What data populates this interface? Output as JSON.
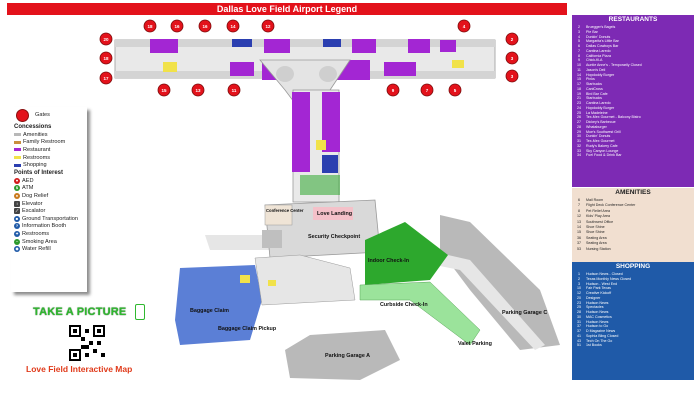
{
  "title": "Dallas Love Field Airport Legend",
  "colors": {
    "restaurant": "#a326d3",
    "shopping": "#2b3fb0",
    "restroom": "#f1e24a",
    "amenity": "#d8d8d8",
    "gate": "#e3121b",
    "baggage": "#5b7fd6",
    "checkin": "#2da82d"
  },
  "gates": [
    "2",
    "3",
    "4",
    "5",
    "6",
    "7",
    "8",
    "9",
    "10",
    "11",
    "12",
    "13",
    "14",
    "15",
    "16",
    "17",
    "18",
    "19",
    "20"
  ],
  "map_labels": {
    "love_landing": "Love Landing",
    "security_checkpoint": "Security Checkpoint",
    "conference_center": "Conference Center",
    "indoor_checkin": "Indoor Check-In",
    "curbside_checkin": "Curbside Check-In",
    "baggage_claim": "Baggage Claim",
    "baggage_claim_pickup": "Baggage Claim Pickup",
    "valet_parking": "Valet Parking",
    "parking_garage_a": "Parking Garage A",
    "parking_garage_c": "Parking Garage C"
  },
  "legend": {
    "gates": "Gates",
    "concessions_header": "Concessions",
    "concessions": [
      {
        "label": "Amenities",
        "color": "#b8b8b8"
      },
      {
        "label": "Family Restroom",
        "color": "#c98f3e"
      },
      {
        "label": "Restaurant",
        "color": "#a326d3"
      },
      {
        "label": "Restrooms",
        "color": "#f1e24a"
      },
      {
        "label": "Shopping",
        "color": "#2b3fb0"
      }
    ],
    "poi_header": "Points of Interest",
    "poi": [
      {
        "label": "AED",
        "icon": "heart-icon",
        "color": "#d21a1a"
      },
      {
        "label": "ATM",
        "icon": "atm-icon",
        "color": "#2d9a2d"
      },
      {
        "label": "Dog Relief",
        "icon": "dog-icon",
        "color": "#c97a1e"
      },
      {
        "label": "Elevator",
        "icon": "elevator-icon",
        "color": "#444444"
      },
      {
        "label": "Escalator",
        "icon": "escalator-icon",
        "color": "#444444"
      },
      {
        "label": "Ground Transportation",
        "icon": "bus-icon",
        "color": "#1f5aa8"
      },
      {
        "label": "Information Booth",
        "icon": "info-icon",
        "color": "#1f5aa8"
      },
      {
        "label": "Restrooms",
        "icon": "restroom-icon",
        "color": "#1f5aa8"
      },
      {
        "label": "Smoking Area",
        "icon": "smoking-icon",
        "color": "#2d9a2d"
      },
      {
        "label": "Water Refill",
        "icon": "water-icon",
        "color": "#1f5aa8"
      }
    ]
  },
  "restaurants": {
    "title": "RESTAURANTS",
    "items": [
      {
        "n": "2",
        "name": "Bruegger's Bagels"
      },
      {
        "n": "3",
        "name": "Pie Bar"
      },
      {
        "n": "4",
        "name": "Dunkin' Donuts"
      },
      {
        "n": "5",
        "name": "Margarita's Little Bar"
      },
      {
        "n": "6",
        "name": "Dallas Cowboys Bar"
      },
      {
        "n": "7",
        "name": "Cantina Laredo"
      },
      {
        "n": "8",
        "name": "California Pizza"
      },
      {
        "n": "9",
        "name": "Chick-fil-A"
      },
      {
        "n": "10",
        "name": "Auntie Anne's - Temporarily Closed"
      },
      {
        "n": "11",
        "name": "Jason's Deli"
      },
      {
        "n": "14",
        "name": "Hopdoddy Burger"
      },
      {
        "n": "15",
        "name": "Pinks"
      },
      {
        "n": "17",
        "name": "Starbucks"
      },
      {
        "n": "18",
        "name": "CaniCross"
      },
      {
        "n": "19",
        "name": "Bird Bar Cafe"
      },
      {
        "n": "21",
        "name": "Starbucks"
      },
      {
        "n": "23",
        "name": "Cantina Laredo"
      },
      {
        "n": "24",
        "name": "Hopdoddy Burger"
      },
      {
        "n": "25",
        "name": "La Madeleine"
      },
      {
        "n": "26",
        "name": "Tex-Mex Gourmet - Balcony Bistro"
      },
      {
        "n": "27",
        "name": "Dickey's Barbecue"
      },
      {
        "n": "28",
        "name": "Whataburger"
      },
      {
        "n": "29",
        "name": "Moe's Southwest Grill"
      },
      {
        "n": "30",
        "name": "Dunkin' Donuts"
      },
      {
        "n": "31",
        "name": "Tex-Mex Gourmet"
      },
      {
        "n": "32",
        "name": "Rudy's Bakery Cafe"
      },
      {
        "n": "33",
        "name": "Sky Canyon Lounge"
      },
      {
        "n": "34",
        "name": "Fuel Food & Drink Bar"
      }
    ]
  },
  "amenities": {
    "title": "AMENITIES",
    "items": [
      {
        "n": "6",
        "name": "Mail Room"
      },
      {
        "n": "7",
        "name": "Flight Deck Conference Center"
      },
      {
        "n": "8",
        "name": "Pet Relief Area"
      },
      {
        "n": "12",
        "name": "Kids' Play Area"
      },
      {
        "n": "13",
        "name": "Southwest Office"
      },
      {
        "n": "14",
        "name": "Shoe Shine"
      },
      {
        "n": "15",
        "name": "Shoe Shine"
      },
      {
        "n": "36",
        "name": "Seating Area"
      },
      {
        "n": "37",
        "name": "Seating Area"
      },
      {
        "n": "53",
        "name": "Nursing Station"
      }
    ]
  },
  "shopping": {
    "title": "SHOPPING",
    "items": [
      {
        "n": "1",
        "name": "Hudson News - Closed"
      },
      {
        "n": "2",
        "name": "Texas Monthly News Closed"
      },
      {
        "n": "3",
        "name": "Hudson - West End"
      },
      {
        "n": "10",
        "name": "Fair Park Texas"
      },
      {
        "n": "12",
        "name": "Creative Kickoff"
      },
      {
        "n": "20",
        "name": "Designer"
      },
      {
        "n": "23",
        "name": "Hudson News"
      },
      {
        "n": "25",
        "name": "Spectacles"
      },
      {
        "n": "28",
        "name": "Hudson News"
      },
      {
        "n": "30",
        "name": "MAC Cosmetics"
      },
      {
        "n": "31",
        "name": "Hudson News"
      },
      {
        "n": "37",
        "name": "Hudson to Go"
      },
      {
        "n": "37",
        "name": "D Magazine News"
      },
      {
        "n": "41",
        "name": "Sophia Bling Closed"
      },
      {
        "n": "43",
        "name": "Tech On The Go"
      },
      {
        "n": "51",
        "name": "1st Books"
      }
    ]
  },
  "promo": {
    "take_picture": "TAKE A PICTURE",
    "interactive_map": "Love Field Interactive Map"
  }
}
